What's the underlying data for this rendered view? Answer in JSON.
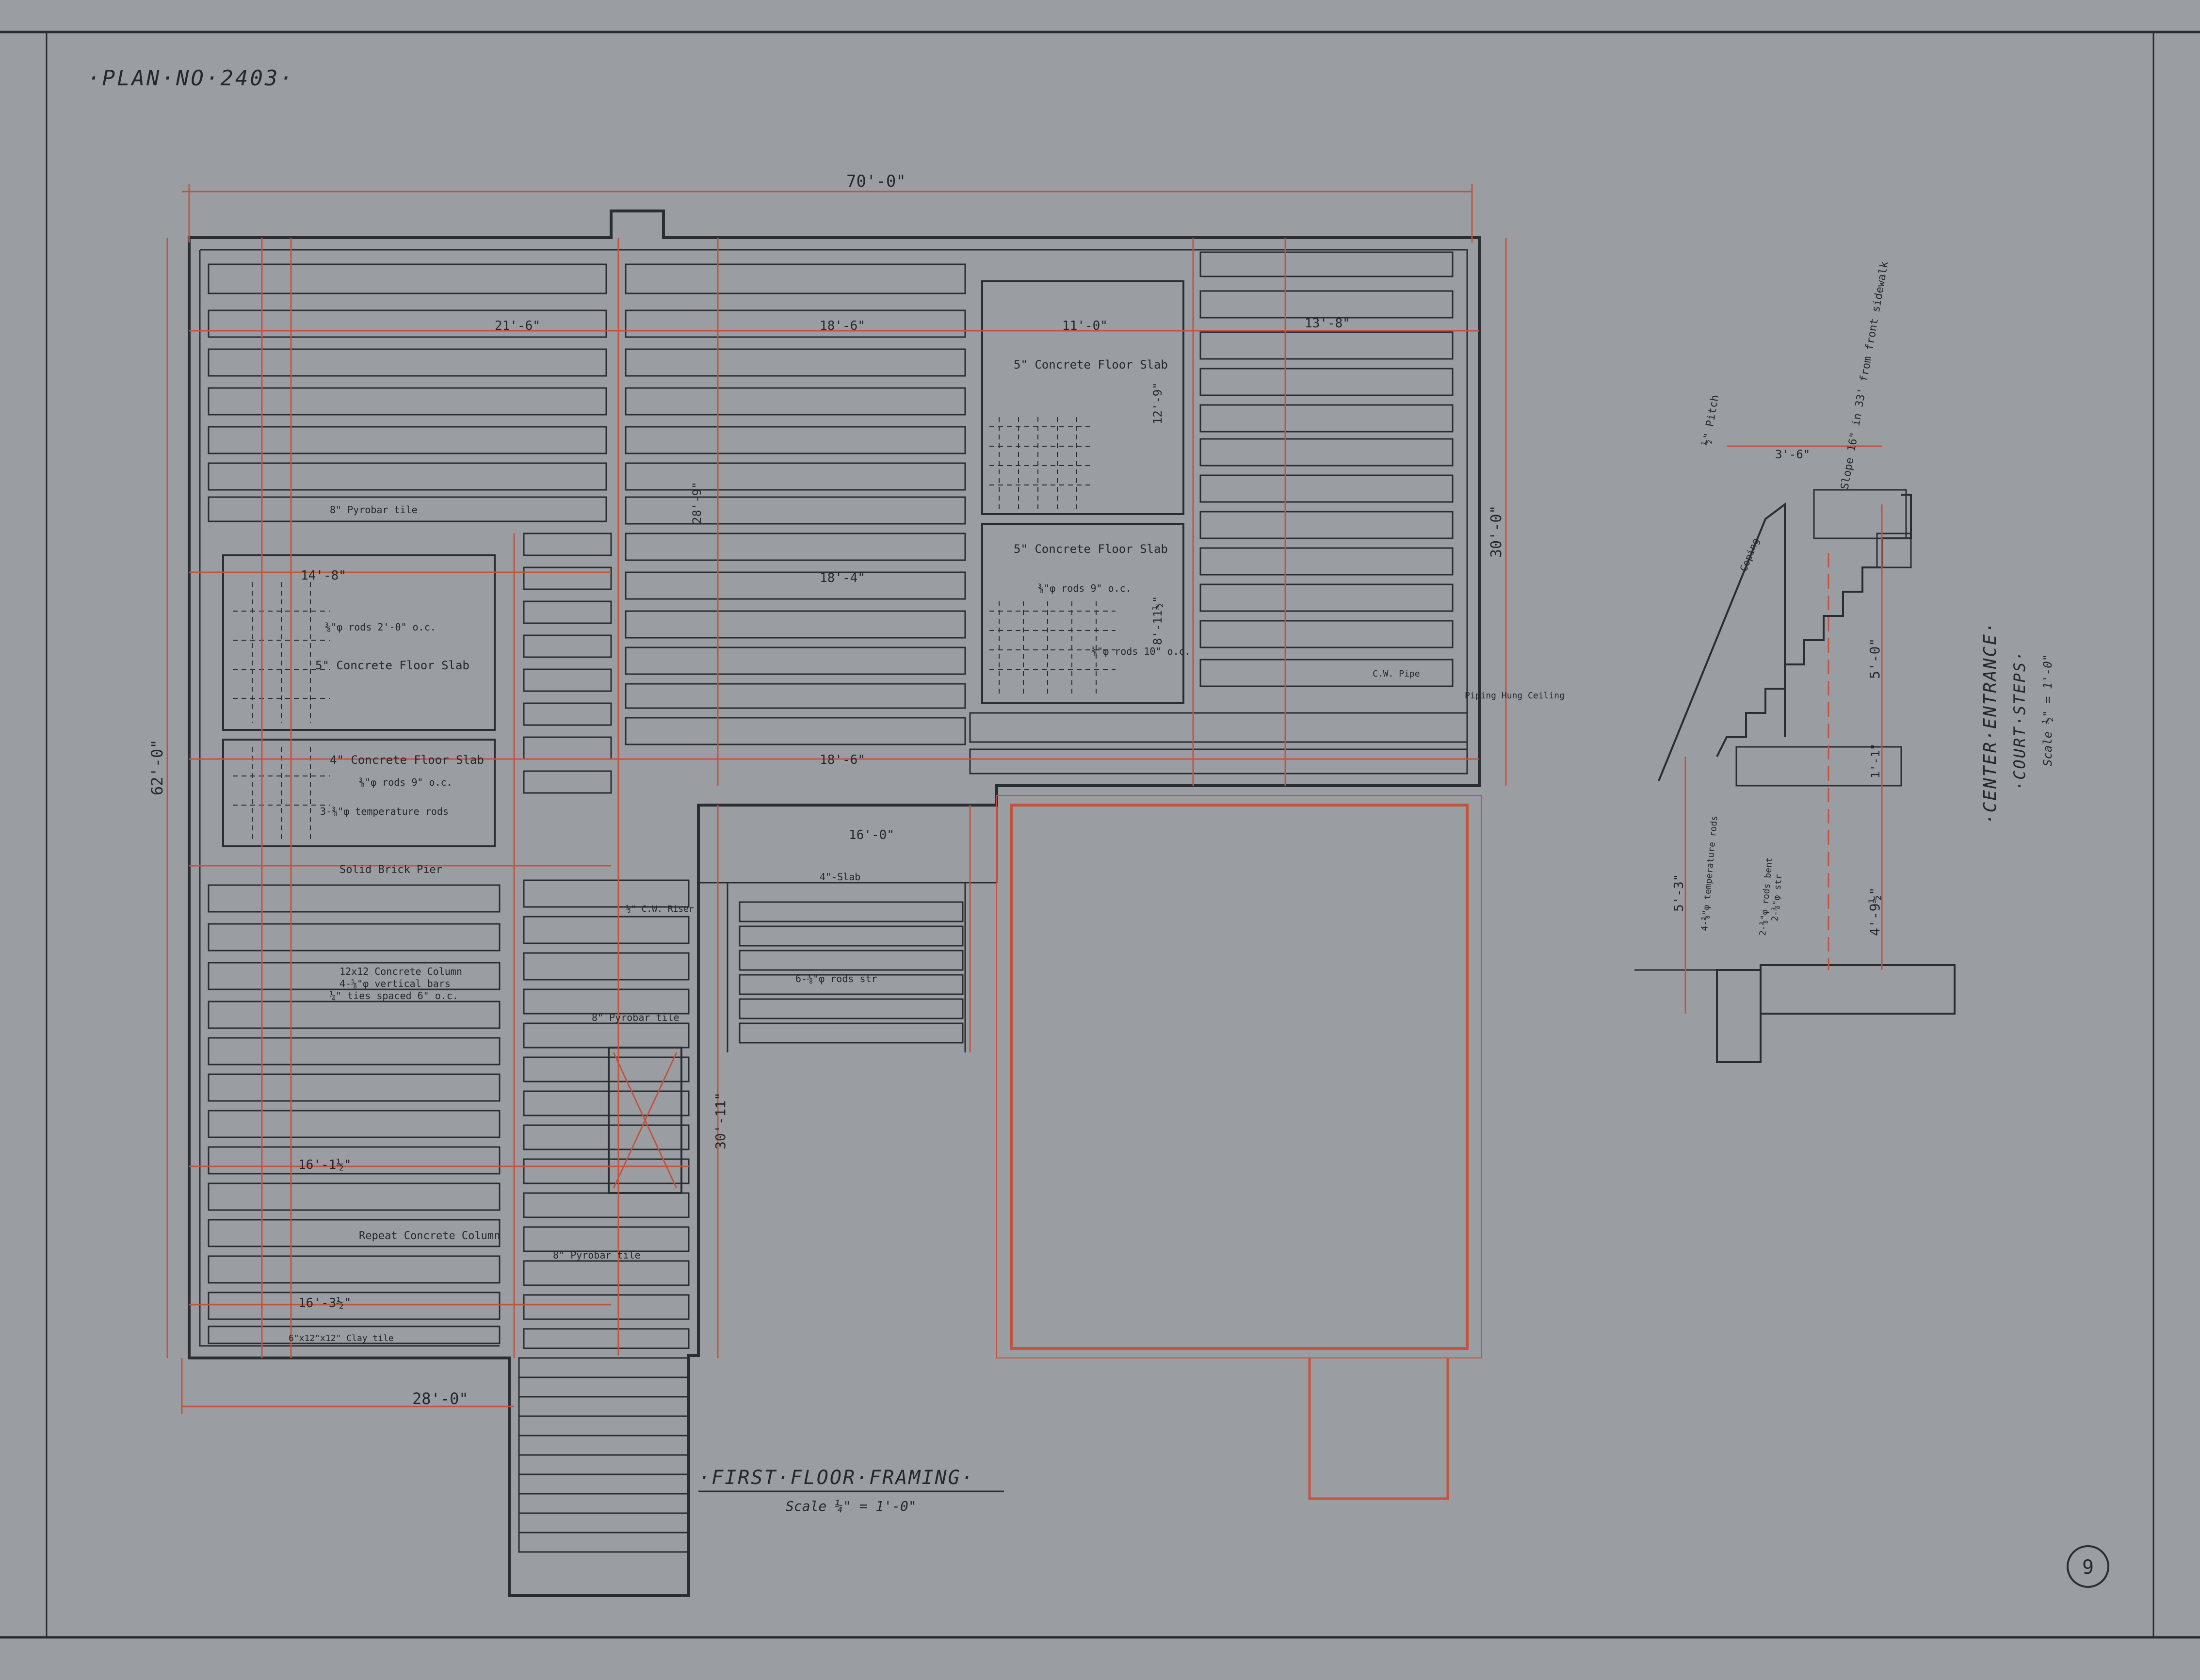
{
  "sheet": {
    "plan_number": "·PLAN·NO·2403·",
    "sheet_number": "9"
  },
  "first_floor": {
    "title": "·FIRST·FLOOR·FRAMING·",
    "scale": "Scale ¼\" = 1'-0\"",
    "dims": {
      "overall_width": "70'-0\"",
      "overall_depth": "62'-0\"",
      "bottom_width": "28'-0\"",
      "right_depth": "30'-0\"",
      "court_depth": "30'-11\"",
      "bay_top_left": "21'-6\"",
      "bay_top_mid": "18'-6\"",
      "bay_top_c": "11'-0\"",
      "bay_top_right": "13'-8\"",
      "bay_mid": "18'-4\"",
      "bay_lower": "18'-6\"",
      "wing": "16'-0\"",
      "left_room": "14'-8\"",
      "lower_left_1": "16'-1½\"",
      "lower_left_2": "16'-3½\"",
      "dim_12_9": "12'-9\"",
      "dim_8_11": "8'-11½\"",
      "dim_28_9": "28'-9\""
    },
    "notes": {
      "concrete_slab": "5\" Concrete Floor Slab",
      "concrete_slab_4": "4\" Concrete Floor Slab",
      "rods_9oc": "⅜\"φ rods 9\" o.c.",
      "rods_2oc": "⅜\"φ rods 2'-0\" o.c.",
      "rods_10oc": "⅜\"φ rods 10\" o.c.",
      "temp_rods": "3-⅜\"φ temperature rods",
      "solid_pier": "Solid Brick Pier",
      "column_note": "12x12 Concrete Column",
      "column_bars": "4-⅝\"φ vertical bars",
      "column_ties": "¼\" ties spaced 6\" o.c.",
      "repeat_column": "Repeat Concrete Column",
      "pyrobar": "8\" Pyrobar tile",
      "clay_tile": "6\"x12\"x12\" Clay tile",
      "cw_riser": "½\" C.W. Riser",
      "piping": "Piping Hung Ceiling",
      "slab_4": "4\"-Slab",
      "rods_str": "6-⅜\"φ rods str",
      "cw_pipe": "C.W. Pipe"
    }
  },
  "steps": {
    "title": "·CENTER·ENTRANCE·",
    "subtitle": "·COURT·STEPS·",
    "scale": "Scale ½\" = 1'-0\"",
    "dims": {
      "pitch": "½\" Pitch",
      "top": "3'-6\"",
      "rise": "5'-0\"",
      "base": "1'-1\"",
      "lower": "4'-9½\"",
      "footing": "5'-3\""
    },
    "notes": {
      "slope": "Slope 16\" in 33' from front sidewalk",
      "coping": "Coping",
      "rods_bent": "2-⅜\"φ rods bent",
      "rods_str": "2-⅜\"φ str",
      "temp_rods": "4-⅜\"φ temperature rods"
    }
  },
  "colors": {
    "paper": "#9a9ea3",
    "ink": "#2a2d31",
    "red_pencil": "#c2543e"
  }
}
